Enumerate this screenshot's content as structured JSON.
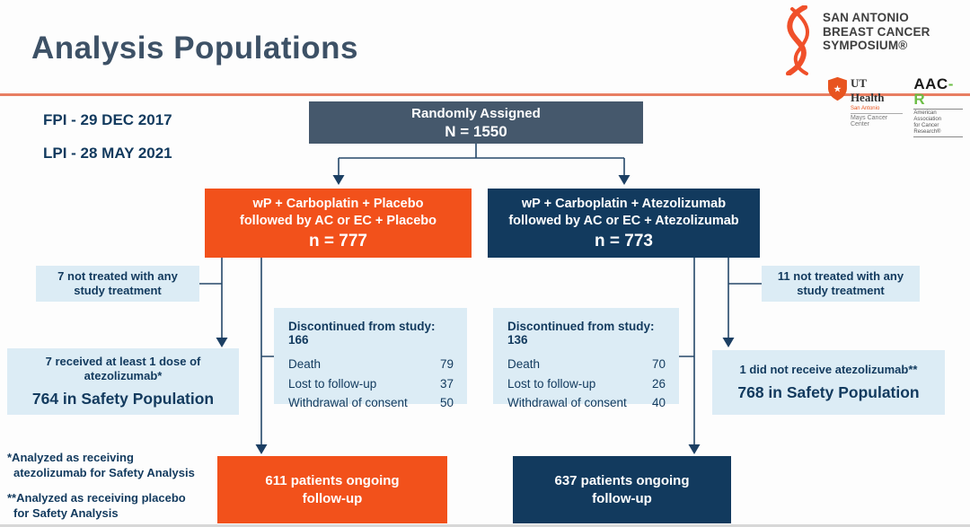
{
  "slide": {
    "title": "Analysis Populations",
    "fpi": "FPI - 29 DEC 2017",
    "lpi": "LPI - 28 MAY 2021",
    "footnote1": {
      "line1": "*Analyzed as receiving",
      "line2": "atezolizumab for Safety Analysis"
    },
    "footnote2": {
      "line1": "**Analyzed as receiving placebo",
      "line2": "for Safety Analysis"
    }
  },
  "logos": {
    "sabcs": {
      "line1": "SAN ANTONIO",
      "line2": "BREAST CANCER",
      "line3": "SYMPOSIUM®",
      "ribbon_icon": "sabcs-ribbon-icon"
    },
    "ut_health": {
      "name": "UT Health",
      "sub1": "San Antonio",
      "sub2": "Mays Cancer Center",
      "shield_star": "★"
    },
    "aacr": {
      "name_black": "AAC",
      "name_green": "-R",
      "sub1": "American Association",
      "sub2": "for Cancer Research®"
    }
  },
  "colors": {
    "orange": "#f2511b",
    "navy": "#123a5e",
    "slate": "#45586c",
    "light_blue": "#dcecf5",
    "divider_salmon": "#e87e62",
    "aacr_green": "#6cbe45",
    "connector": "#26486a"
  },
  "flow": {
    "randomized": {
      "line1": "Randomly Assigned",
      "line2": "N = 1550"
    },
    "arm_placebo": {
      "line1": "wP + Carboplatin + Placebo",
      "line2": "followed by AC or EC + Placebo",
      "n": "n = 777"
    },
    "arm_atezo": {
      "line1": "wP + Carboplatin + Atezolizumab",
      "line2": "followed by AC or EC + Atezolizumab",
      "n": "n = 773"
    },
    "left_not_treated": {
      "line1": "7 not treated with any",
      "line2": "study treatment"
    },
    "right_not_treated": {
      "line1": "11 not treated with any",
      "line2": "study treatment"
    },
    "left_safety": {
      "line1": "7 received at least 1 dose of",
      "line2": "atezolizumab*",
      "big": "764 in Safety Population"
    },
    "right_safety": {
      "line1": "1 did not receive atezolizumab**",
      "big": "768 in Safety Population"
    },
    "left_discontinued": {
      "title": "Discontinued from study: 166",
      "rows": [
        {
          "label": "Death",
          "value": "79"
        },
        {
          "label": "Lost to follow-up",
          "value": "37"
        },
        {
          "label": "Withdrawal of consent",
          "value": "50"
        }
      ]
    },
    "right_discontinued": {
      "title": "Discontinued from study: 136",
      "rows": [
        {
          "label": "Death",
          "value": "70"
        },
        {
          "label": "Lost to follow-up",
          "value": "26"
        },
        {
          "label": "Withdrawal of consent",
          "value": "40"
        }
      ]
    },
    "left_ongoing": {
      "line1": "611 patients ongoing",
      "line2": "follow-up"
    },
    "right_ongoing": {
      "line1": "637 patients ongoing",
      "line2": "follow-up"
    }
  }
}
